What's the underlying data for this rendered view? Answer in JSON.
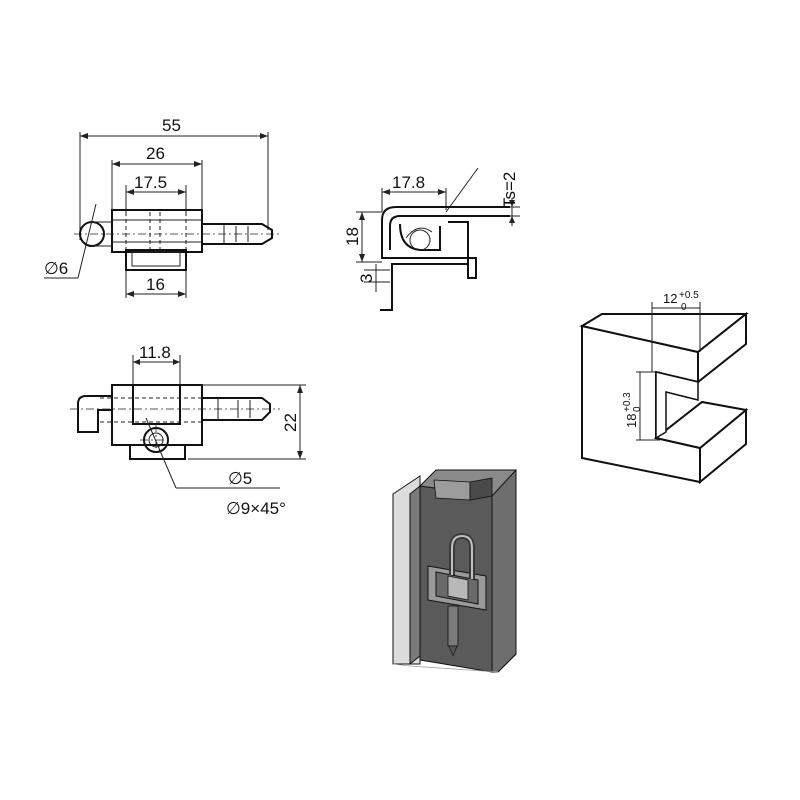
{
  "top_view": {
    "dim_overall": "55",
    "dim_body": "26",
    "dim_inner": "17.5",
    "dim_bottom": "16",
    "dim_pin_dia": "∅6"
  },
  "front_view": {
    "dim_slot": "11.8",
    "dim_height": "22",
    "dim_hole": "∅5",
    "dim_chamfer": "∅9×45°"
  },
  "section_view": {
    "dim_width": "17.8",
    "dim_thickness": "Ts=2",
    "dim_height": "18",
    "dim_offset": "3"
  },
  "cutout_view": {
    "dim_width": "12",
    "dim_width_tol_upper": "+0.5",
    "dim_width_tol_lower": "0",
    "dim_height": "18",
    "dim_height_tol_upper": "+0.3",
    "dim_height_tol_lower": "0"
  },
  "colors": {
    "line": "#222222",
    "profile_dark": "#5a5a5a",
    "profile_mid": "#8a8a8a",
    "profile_light": "#c8c8c8"
  }
}
